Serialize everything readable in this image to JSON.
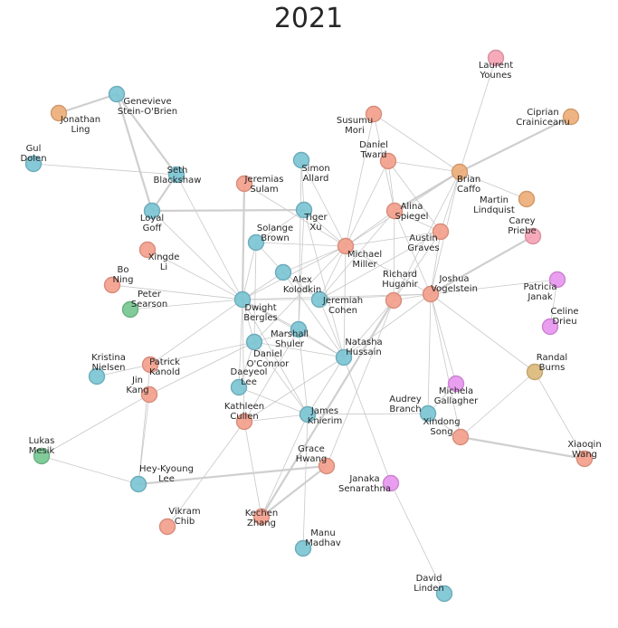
{
  "title": "2021",
  "colors": {
    "blue": "#7cc4d4",
    "salmon": "#f4a08c",
    "orange": "#eeae78",
    "pink": "#f6a4b4",
    "purple": "#e796ef",
    "green": "#76c891",
    "tan": "#dbba7b"
  },
  "nodes": [
    {
      "id": "laurent",
      "lines": [
        "Laurent",
        "Younes"
      ],
      "color": "pink"
    },
    {
      "id": "ciprian",
      "lines": [
        "Ciprian",
        "Crainiceanu"
      ],
      "color": "orange"
    },
    {
      "id": "susumu",
      "lines": [
        "Susumu",
        "Mori"
      ],
      "color": "salmon"
    },
    {
      "id": "daniel_t",
      "lines": [
        "Daniel",
        "Tward"
      ],
      "color": "salmon"
    },
    {
      "id": "brian",
      "lines": [
        "Brian",
        "Caffo"
      ],
      "color": "orange"
    },
    {
      "id": "martin",
      "lines": [
        "Martin",
        "Lindquist"
      ],
      "color": "orange"
    },
    {
      "id": "carey",
      "lines": [
        "Carey",
        "Priebe"
      ],
      "color": "pink"
    },
    {
      "id": "genevieve",
      "lines": [
        "Genevieve",
        "Stein-O'Brien"
      ],
      "color": "blue"
    },
    {
      "id": "jonathan",
      "lines": [
        "Jonathan",
        "Ling"
      ],
      "color": "orange"
    },
    {
      "id": "gul",
      "lines": [
        "Gul",
        "Dolen"
      ],
      "color": "blue"
    },
    {
      "id": "seth",
      "lines": [
        "Seth",
        "Blackshaw"
      ],
      "color": "blue"
    },
    {
      "id": "simon",
      "lines": [
        "Simon",
        "Allard"
      ],
      "color": "blue"
    },
    {
      "id": "jeremias",
      "lines": [
        "Jeremias",
        "Sulam"
      ],
      "color": "salmon"
    },
    {
      "id": "alina",
      "lines": [
        "Alina",
        "Spiegel"
      ],
      "color": "salmon"
    },
    {
      "id": "tiger",
      "lines": [
        "Tiger",
        "Xu"
      ],
      "color": "blue"
    },
    {
      "id": "loyal",
      "lines": [
        "Loyal",
        "Goff"
      ],
      "color": "blue"
    },
    {
      "id": "solange",
      "lines": [
        "Solange",
        "Brown"
      ],
      "color": "blue"
    },
    {
      "id": "austin",
      "lines": [
        "Austin",
        "Graves"
      ],
      "color": "salmon"
    },
    {
      "id": "michael",
      "lines": [
        "Michael",
        "Miller"
      ],
      "color": "salmon"
    },
    {
      "id": "xingde",
      "lines": [
        "Xingde",
        "Li"
      ],
      "color": "salmon"
    },
    {
      "id": "bo",
      "lines": [
        "Bo",
        "Ning"
      ],
      "color": "salmon"
    },
    {
      "id": "alex",
      "lines": [
        "Alex",
        "Kolodkin"
      ],
      "color": "blue"
    },
    {
      "id": "richard",
      "lines": [
        "Richard",
        "Huganir"
      ],
      "color": "salmon"
    },
    {
      "id": "joshua",
      "lines": [
        "Joshua",
        "Vogelstein"
      ],
      "color": "salmon"
    },
    {
      "id": "patricia",
      "lines": [
        "Patricia",
        "Janak"
      ],
      "color": "purple"
    },
    {
      "id": "peter",
      "lines": [
        "Peter",
        "Searson"
      ],
      "color": "green"
    },
    {
      "id": "dwight",
      "lines": [
        "Dwight",
        "Bergles"
      ],
      "color": "blue"
    },
    {
      "id": "jeremiah",
      "lines": [
        "Jeremiah",
        "Cohen"
      ],
      "color": "blue"
    },
    {
      "id": "celine",
      "lines": [
        "Celine",
        "Drieu"
      ],
      "color": "purple"
    },
    {
      "id": "marshall",
      "lines": [
        "Marshall",
        "Shuler"
      ],
      "color": "blue"
    },
    {
      "id": "daniel_o",
      "lines": [
        "Daniel",
        "O'Connor"
      ],
      "color": "blue"
    },
    {
      "id": "natasha",
      "lines": [
        "Natasha",
        "Hussain"
      ],
      "color": "blue"
    },
    {
      "id": "randal",
      "lines": [
        "Randal",
        "Burns"
      ],
      "color": "tan"
    },
    {
      "id": "kristina",
      "lines": [
        "Kristina",
        "Nielsen"
      ],
      "color": "blue"
    },
    {
      "id": "patrick",
      "lines": [
        "Patrick",
        "Kanold"
      ],
      "color": "salmon"
    },
    {
      "id": "jin",
      "lines": [
        "Jin",
        "Kang"
      ],
      "color": "salmon"
    },
    {
      "id": "daeyeol",
      "lines": [
        "Daeyeol",
        "Lee"
      ],
      "color": "blue"
    },
    {
      "id": "michela",
      "lines": [
        "Michela",
        "Gallagher"
      ],
      "color": "purple"
    },
    {
      "id": "kathleen",
      "lines": [
        "Kathleen",
        "Cullen"
      ],
      "color": "salmon"
    },
    {
      "id": "james",
      "lines": [
        "James",
        "Knierim"
      ],
      "color": "blue"
    },
    {
      "id": "audrey",
      "lines": [
        "Audrey",
        "Branch"
      ],
      "color": "blue"
    },
    {
      "id": "xindong",
      "lines": [
        "Xindong",
        "Song"
      ],
      "color": "salmon"
    },
    {
      "id": "lukas",
      "lines": [
        "Lukas",
        "Mesik"
      ],
      "color": "green"
    },
    {
      "id": "xiaoqin",
      "lines": [
        "Xiaoqin",
        "Wang"
      ],
      "color": "salmon"
    },
    {
      "id": "grace",
      "lines": [
        "Grace",
        "Hwang"
      ],
      "color": "salmon"
    },
    {
      "id": "heykyoung",
      "lines": [
        "Hey-Kyoung",
        "Lee"
      ],
      "color": "blue"
    },
    {
      "id": "janaka",
      "lines": [
        "Janaka",
        "Senarathna"
      ],
      "color": "purple"
    },
    {
      "id": "vikram",
      "lines": [
        "Vikram",
        "Chib"
      ],
      "color": "salmon"
    },
    {
      "id": "kechen",
      "lines": [
        "Kechen",
        "Zhang"
      ],
      "color": "salmon"
    },
    {
      "id": "manu",
      "lines": [
        "Manu",
        "Madhav"
      ],
      "color": "blue"
    },
    {
      "id": "david",
      "lines": [
        "David",
        "Linden"
      ],
      "color": "blue"
    }
  ],
  "edges": [
    [
      "laurent",
      "brian",
      1
    ],
    [
      "ciprian",
      "brian",
      2
    ],
    [
      "susumu",
      "brian",
      1
    ],
    [
      "daniel_t",
      "brian",
      1
    ],
    [
      "martin",
      "brian",
      1
    ],
    [
      "brian",
      "alina",
      2
    ],
    [
      "brian",
      "austin",
      1
    ],
    [
      "brian",
      "michael",
      1
    ],
    [
      "brian",
      "richard",
      1
    ],
    [
      "brian",
      "joshua",
      1
    ],
    [
      "carey",
      "joshua",
      2
    ],
    [
      "genevieve",
      "jonathan",
      2
    ],
    [
      "genevieve",
      "seth",
      2
    ],
    [
      "genevieve",
      "loyal",
      2
    ],
    [
      "gul",
      "seth",
      1
    ],
    [
      "seth",
      "loyal",
      2
    ],
    [
      "loyal",
      "dwight",
      1
    ],
    [
      "seth",
      "dwight",
      1
    ],
    [
      "loyal",
      "tiger",
      2
    ],
    [
      "simon",
      "tiger",
      1
    ],
    [
      "simon",
      "marshall",
      1
    ],
    [
      "simon",
      "michael",
      1
    ],
    [
      "jeremias",
      "dwight",
      2
    ],
    [
      "jeremias",
      "michael",
      1
    ],
    [
      "susumu",
      "michael",
      1
    ],
    [
      "susumu",
      "alina",
      1
    ],
    [
      "daniel_t",
      "michael",
      1
    ],
    [
      "daniel_t",
      "alina",
      1
    ],
    [
      "daniel_t",
      "austin",
      1
    ],
    [
      "alina",
      "michael",
      1
    ],
    [
      "alina",
      "austin",
      1
    ],
    [
      "alina",
      "joshua",
      1
    ],
    [
      "alina",
      "richard",
      1
    ],
    [
      "alina",
      "jeremiah",
      1
    ],
    [
      "tiger",
      "michael",
      1
    ],
    [
      "tiger",
      "natasha",
      1
    ],
    [
      "tiger",
      "marshall",
      1
    ],
    [
      "tiger",
      "solange",
      1
    ],
    [
      "solange",
      "dwight",
      1
    ],
    [
      "solange",
      "michael",
      1
    ],
    [
      "solange",
      "alex",
      1
    ],
    [
      "solange",
      "daniel_o",
      1
    ],
    [
      "austin",
      "michael",
      1
    ],
    [
      "austin",
      "joshua",
      1
    ],
    [
      "austin",
      "richard",
      1
    ],
    [
      "austin",
      "jeremiah",
      1
    ],
    [
      "michael",
      "joshua",
      1
    ],
    [
      "michael",
      "jeremiah",
      1
    ],
    [
      "michael",
      "dwight",
      1
    ],
    [
      "michael",
      "alex",
      1
    ],
    [
      "michael",
      "natasha",
      1
    ],
    [
      "michael",
      "daniel_o",
      1
    ],
    [
      "xingde",
      "dwight",
      1
    ],
    [
      "bo",
      "dwight",
      1
    ],
    [
      "peter",
      "dwight",
      1
    ],
    [
      "alex",
      "dwight",
      1
    ],
    [
      "alex",
      "jeremiah",
      1
    ],
    [
      "alex",
      "natasha",
      1
    ],
    [
      "richard",
      "joshua",
      1
    ],
    [
      "richard",
      "natasha",
      1
    ],
    [
      "richard",
      "kechen",
      2
    ],
    [
      "joshua",
      "patricia",
      1
    ],
    [
      "joshua",
      "jeremiah",
      1
    ],
    [
      "joshua",
      "dwight",
      1
    ],
    [
      "joshua",
      "michela",
      1
    ],
    [
      "joshua",
      "xindong",
      1
    ],
    [
      "joshua",
      "randal",
      1
    ],
    [
      "joshua",
      "audrey",
      1
    ],
    [
      "joshua",
      "natasha",
      1
    ],
    [
      "patricia",
      "celine",
      1
    ],
    [
      "dwight",
      "jeremiah",
      1
    ],
    [
      "dwight",
      "daniel_o",
      1
    ],
    [
      "dwight",
      "marshall",
      1
    ],
    [
      "dwight",
      "natasha",
      1
    ],
    [
      "dwight",
      "james",
      1
    ],
    [
      "dwight",
      "kathleen",
      1
    ],
    [
      "dwight",
      "daeyeol",
      1
    ],
    [
      "dwight",
      "patrick",
      1
    ],
    [
      "marshall",
      "natasha",
      1
    ],
    [
      "marshall",
      "james",
      1
    ],
    [
      "marshall",
      "daniel_o",
      1
    ],
    [
      "marshall",
      "kathleen",
      1
    ],
    [
      "daniel_o",
      "natasha",
      1
    ],
    [
      "daniel_o",
      "james",
      1
    ],
    [
      "daniel_o",
      "patrick",
      1
    ],
    [
      "daniel_o",
      "jin",
      1
    ],
    [
      "daniel_o",
      "daeyeol",
      1
    ],
    [
      "natasha",
      "james",
      1
    ],
    [
      "natasha",
      "kathleen",
      1
    ],
    [
      "natasha",
      "janaka",
      1
    ],
    [
      "natasha",
      "jeremiah",
      1
    ],
    [
      "randal",
      "xiaoqin",
      1
    ],
    [
      "randal",
      "xindong",
      1
    ],
    [
      "kristina",
      "patrick",
      1
    ],
    [
      "patrick",
      "heykyoung",
      1
    ],
    [
      "jin",
      "heykyoung",
      1
    ],
    [
      "jin",
      "lukas",
      1
    ],
    [
      "daeyeol",
      "james",
      1
    ],
    [
      "kathleen",
      "james",
      1
    ],
    [
      "kathleen",
      "vikram",
      1
    ],
    [
      "kathleen",
      "kechen",
      1
    ],
    [
      "james",
      "audrey",
      1
    ],
    [
      "james",
      "manu",
      1
    ],
    [
      "james",
      "kechen",
      1
    ],
    [
      "michela",
      "audrey",
      1
    ],
    [
      "audrey",
      "xindong",
      1
    ],
    [
      "xindong",
      "xiaoqin",
      3
    ],
    [
      "lukas",
      "heykyoung",
      1
    ],
    [
      "heykyoung",
      "grace",
      2
    ],
    [
      "grace",
      "kechen",
      2
    ],
    [
      "grace",
      "richard",
      1
    ],
    [
      "janaka",
      "david",
      1
    ]
  ]
}
